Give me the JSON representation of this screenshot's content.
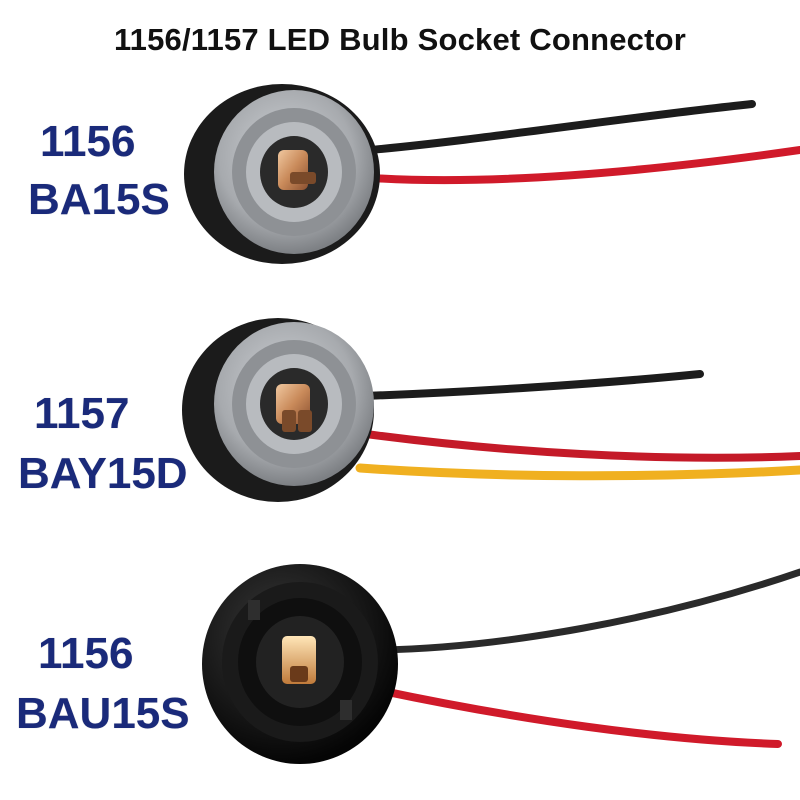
{
  "title": "1156/1157 LED Bulb Socket Connector",
  "sockets": [
    {
      "code": "1156",
      "base": "BA15S",
      "housing_color": "#a9acb0",
      "wires": [
        "black",
        "red"
      ]
    },
    {
      "code": "1157",
      "base": "BAY15D",
      "housing_color": "#a9acb0",
      "wires": [
        "black",
        "red",
        "yellow"
      ]
    },
    {
      "code": "1156",
      "base": "BAU15S",
      "housing_color": "#1a1a1a",
      "wires": [
        "black",
        "red"
      ]
    }
  ],
  "colors": {
    "label": "#1a2a7a",
    "wire_black": "#1c1c1c",
    "wire_red": "#d01a2a",
    "wire_yellow": "#f0b020",
    "copper": "#c98a5a"
  }
}
